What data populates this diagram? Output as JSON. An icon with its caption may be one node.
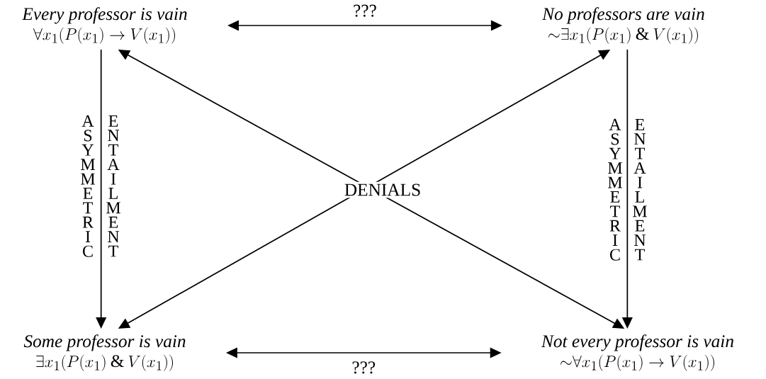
{
  "diagram": {
    "nodes": [
      {
        "text": [
          "Every professor is vain",
          "\\forall x_1(P(x_1) \\rightarrow V(x_1))"
        ]
      },
      {
        "text": [
          "No professors are vain",
          "{\\sim}\\exists x_1(P(x_1) \\mathbin{\\&} V(x_1))"
        ]
      },
      {
        "text": [
          "Some professor is vain",
          "\\exists x_1(P(x_1) \\mathbin{\\&} V(x_1))"
        ]
      },
      {
        "text": [
          "Not every professor is vain",
          "{\\sim}\\forall x_1(P(x_1) \\rightarrow V(x_1))"
        ]
      }
    ],
    "edges": [
      {
        "from": 0,
        "to": 1,
        "arrow": "both",
        "label": "???"
      },
      {
        "from": 2,
        "to": 3,
        "arrow": "both",
        "label": "???"
      },
      {
        "from": 0,
        "to": 2,
        "arrow": "to"
      },
      {
        "from": 1,
        "to": 3,
        "arrow": "to"
      },
      {
        "from": 0,
        "to": 3,
        "arrow": "both"
      },
      {
        "from": 1,
        "to": 2,
        "arrow": "both"
      }
    ],
    "labels": [
      "ASYMMETRIC",
      "ENTAILMENT",
      "DENIALS",
      "ASYMMETRIC",
      "ENTAILMENT"
    ]
  }
}
